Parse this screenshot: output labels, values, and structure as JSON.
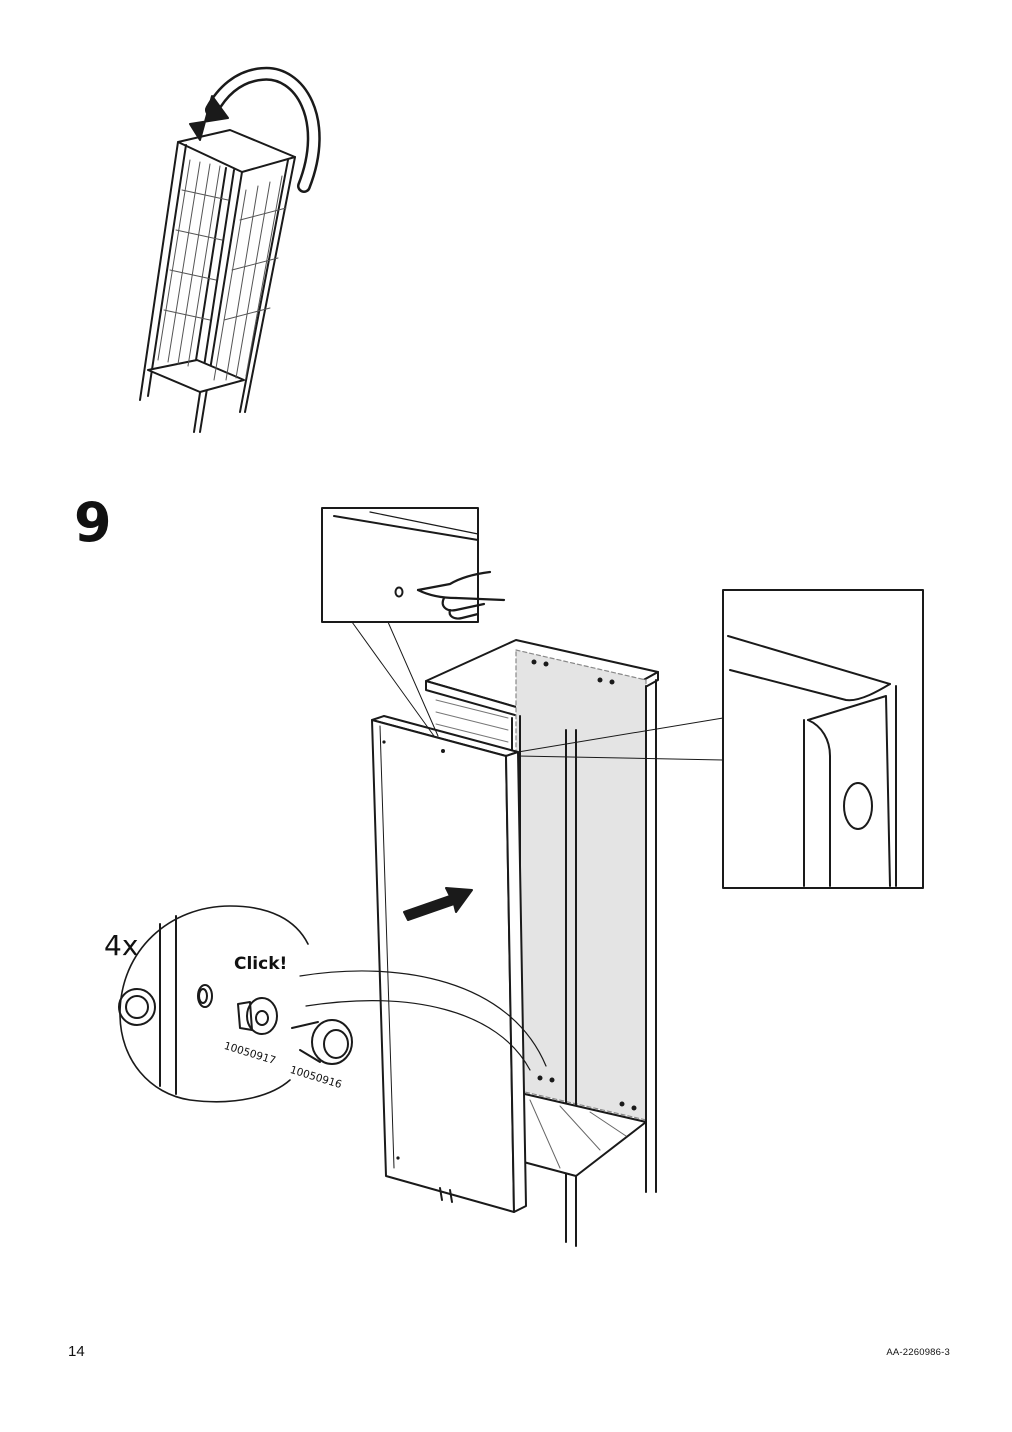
{
  "page": {
    "number": "14",
    "doc_code": "AA-2260986-3"
  },
  "step": {
    "number": "9",
    "quantity": "4x",
    "click_label": "Click!",
    "part_numbers": [
      "10050917",
      "10050916"
    ]
  },
  "colors": {
    "line": "#1a1a1a",
    "panel_fill": "#e4e4e4",
    "background": "#ffffff"
  },
  "icons": [
    "rotate-arrow-icon",
    "pointing-hand-icon",
    "push-arrow-icon"
  ]
}
